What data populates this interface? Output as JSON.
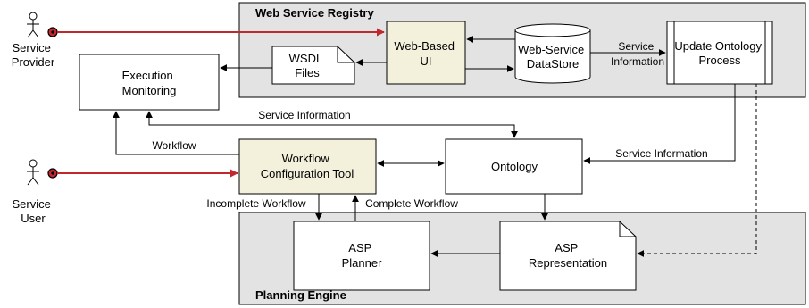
{
  "regions": {
    "registry_title": "Web Service Registry",
    "planning_title": "Planning Engine"
  },
  "actors": {
    "provider": [
      "Service",
      "Provider"
    ],
    "user": [
      "Service",
      "User"
    ]
  },
  "nodes": {
    "web_ui": [
      "Web-Based",
      "UI"
    ],
    "datastore": [
      "Web-Service",
      "DataStore"
    ],
    "update_ontology": [
      "Update Ontology",
      "Process"
    ],
    "wsdl_files": [
      "WSDL",
      "Files"
    ],
    "execution_monitoring": [
      "Execution",
      "Monitoring"
    ],
    "workflow_tool": [
      "Workflow",
      "Configuration Tool"
    ],
    "ontology": [
      "Ontology"
    ],
    "asp_planner": [
      "ASP",
      "Planner"
    ],
    "asp_representation": [
      "ASP",
      "Representation"
    ]
  },
  "edge_labels": {
    "service_info_datastore": [
      "Service",
      "Information"
    ],
    "service_info_top": "Service Information",
    "service_info_right": "Service Information",
    "workflow": "Workflow",
    "incomplete_workflow": "Incomplete Workflow",
    "complete_workflow": "Complete Workflow"
  },
  "colors": {
    "region_fill": "#e3e3e3",
    "highlight_fill": "#f3f1dc",
    "actor_line": "#c0282e"
  }
}
